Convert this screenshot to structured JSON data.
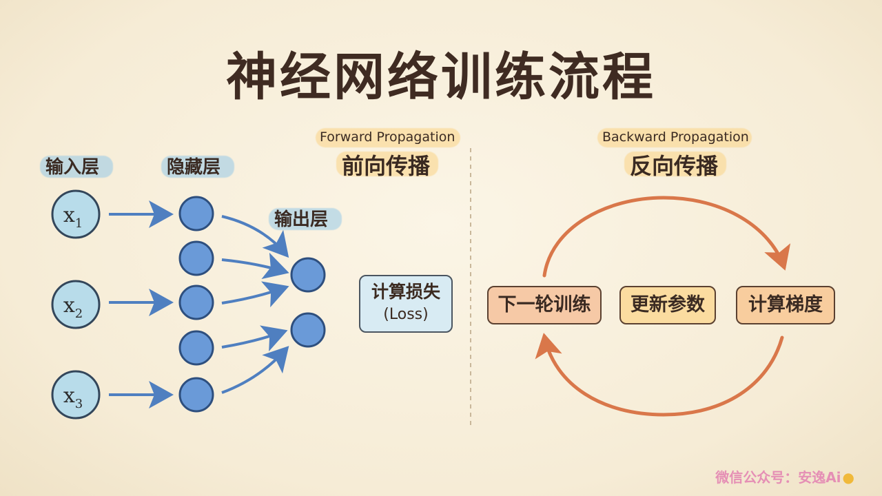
{
  "title": "神经网络训练流程",
  "forward": {
    "english": "Forward Propagation",
    "chinese": "前向传播"
  },
  "backward": {
    "english": "Backward Propagation",
    "chinese": "反向传播"
  },
  "layers": {
    "input": "输入层",
    "hidden": "隐藏层",
    "output": "输出层"
  },
  "inputs": [
    {
      "base": "x",
      "sub": "1"
    },
    {
      "base": "x",
      "sub": "2"
    },
    {
      "base": "x",
      "sub": "3"
    }
  ],
  "loss": {
    "line1": "计算损失",
    "line2": "(Loss)"
  },
  "cycle_steps": {
    "next_round": "下一轮训练",
    "update_params": "更新参数",
    "compute_gradient": "计算梯度"
  },
  "watermark": "微信公众号：安逸Ai",
  "colors": {
    "node_fill": "#6a9ad8",
    "node_stroke": "#2e4f7e",
    "input_fill": "#b8dcea",
    "arrow_blue": "#4f7fc0",
    "arrow_orange": "#d9774a",
    "divider": "#c9b79a"
  }
}
